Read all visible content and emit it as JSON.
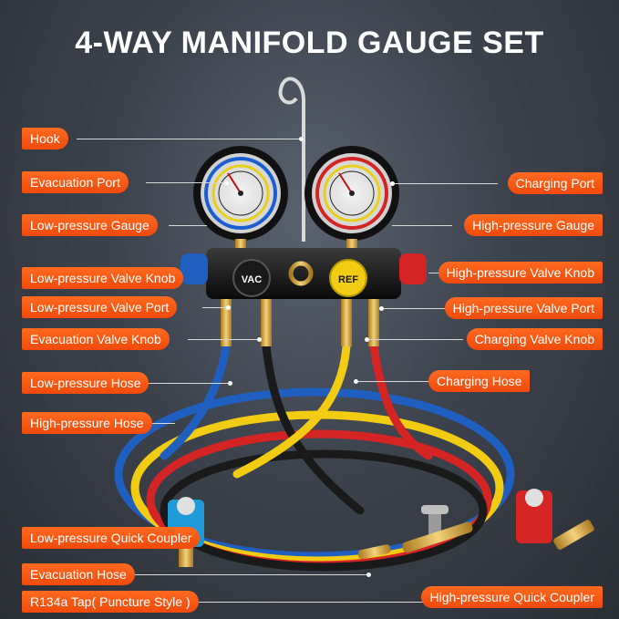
{
  "title": "4-WAY MANIFOLD GAUGE SET",
  "labels": {
    "hook": "Hook",
    "evacuation_port": "Evacuation Port",
    "low_pressure_gauge": "Low-pressure Gauge",
    "low_pressure_valve_knob": "Low-pressure Valve Knob",
    "low_pressure_valve_port": "Low-pressure Valve Port",
    "evacuation_valve_knob": "Evacuation Valve Knob",
    "low_pressure_hose": "Low-pressure Hose",
    "high_pressure_hose": "High-pressure Hose",
    "low_pressure_quick_coupler": "Low-pressure Quick Coupler",
    "evacuation_hose": "Evacuation Hose",
    "r134a_tap": "R134a Tap( Puncture Style )",
    "charging_port": "Charging Port",
    "high_pressure_gauge": "High-pressure Gauge",
    "high_pressure_valve_knob": "High-pressure Valve Knob",
    "high_pressure_valve_port": "High-pressure Valve Port",
    "charging_valve_knob": "Charging Valve Knob",
    "charging_hose": "Charging Hose",
    "high_pressure_quick_coupler": "High-pressure Quick Coupler"
  },
  "knob_text": {
    "vac": "VAC",
    "ref": "REF"
  },
  "colors": {
    "label_bg": "#f25410",
    "blue_hose": "#1f5fbf",
    "red_hose": "#d42424",
    "yellow_hose": "#f2cc12",
    "black_hose": "#1a1a1a",
    "brass": "#d4a84a"
  }
}
